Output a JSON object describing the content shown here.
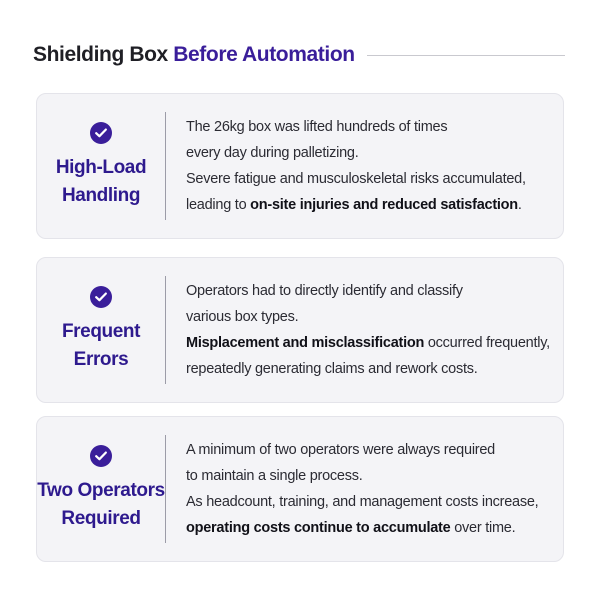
{
  "header": {
    "title_main": "Shielding Box",
    "title_accent": "Before Automation"
  },
  "icon": "check-circle-icon",
  "colors": {
    "accent": "#3a1e9a",
    "card_background": "#f4f4f7",
    "divider": "#9c9ca8",
    "text": "#2b2b33"
  },
  "cards": [
    {
      "title": "High-Load\nHandling",
      "lines": [
        "The 26kg box was lifted hundreds of times",
        "every day during palletizing.",
        "Severe fatigue and musculoskeletal risks accumulated,"
      ],
      "last_prefix": "leading to ",
      "last_bold": "on-site injuries and reduced satisfaction",
      "last_suffix": "."
    },
    {
      "title": "Frequent\nErrors",
      "lines": [
        "Operators had to directly identify and classify",
        "various box types."
      ],
      "bold_lead": "Misplacement and misclassification",
      "bold_lead_rest": " occurred frequently,",
      "tail_line": "repeatedly generating claims and rework costs."
    },
    {
      "title": "Two Operators\nRequired",
      "lines": [
        "A minimum of two operators were always required",
        "to maintain a single process.",
        "As headcount, training, and management costs increase,"
      ],
      "last_bold": "operating costs continue to accumulate",
      "last_suffix": " over time."
    }
  ]
}
